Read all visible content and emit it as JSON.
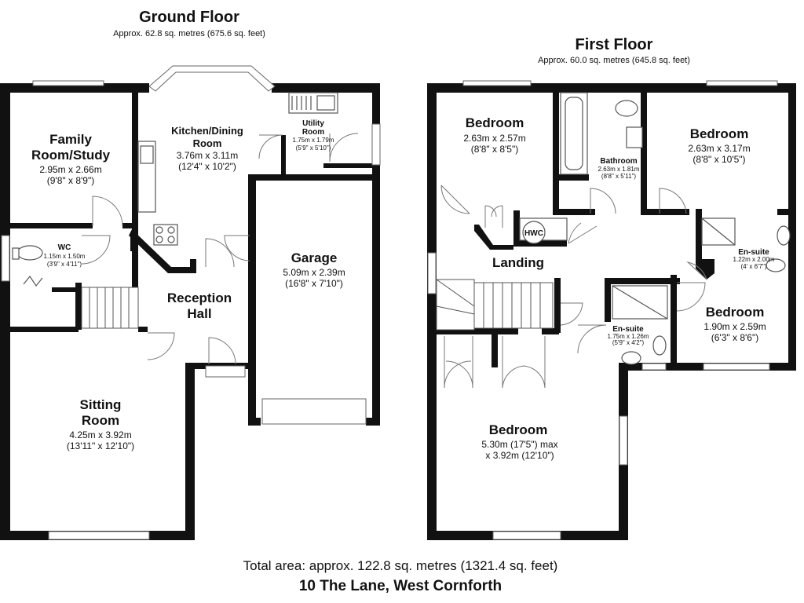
{
  "ground_floor": {
    "title": "Ground Floor",
    "area": "Approx. 62.8 sq. metres (675.6 sq. feet)",
    "rooms": {
      "family": {
        "name_line1": "Family",
        "name_line2": "Room/Study",
        "dims_m": "2.95m x 2.66m",
        "dims_ft": "(9'8\" x 8'9\")"
      },
      "kitchen": {
        "name_line1": "Kitchen/Dining",
        "name_line2": "Room",
        "dims_m": "3.76m x 3.11m",
        "dims_ft": "(12'4\" x 10'2\")"
      },
      "utility": {
        "name_line1": "Utility",
        "name_line2": "Room",
        "dims_m": "1.75m x 1.79m",
        "dims_ft": "(5'9\" x 5'10\")"
      },
      "wc": {
        "name": "WC",
        "dims_m": "1.15m x 1.50m",
        "dims_ft": "(3'9\" x 4'11\")"
      },
      "garage": {
        "name": "Garage",
        "dims_m": "5.09m x 2.39m",
        "dims_ft": "(16'8\" x 7'10\")"
      },
      "reception": {
        "name_line1": "Reception",
        "name_line2": "Hall"
      },
      "sitting": {
        "name_line1": "Sitting",
        "name_line2": "Room",
        "dims_m": "4.25m x 3.92m",
        "dims_ft": "(13'11\" x 12'10\")"
      }
    }
  },
  "first_floor": {
    "title": "First Floor",
    "area": "Approx. 60.0 sq. metres (645.8 sq. feet)",
    "rooms": {
      "bedroom_a": {
        "name": "Bedroom",
        "dims_m": "2.63m x 2.57m",
        "dims_ft": "(8'8\" x 8'5\")"
      },
      "bathroom": {
        "name": "Bathroom",
        "dims_m": "2.63m x 1.81m",
        "dims_ft": "(8'8\" x 5'11\")"
      },
      "bedroom_b": {
        "name": "Bedroom",
        "dims_m": "2.63m x 3.17m",
        "dims_ft": "(8'8\" x 10'5\")"
      },
      "hwc": {
        "name": "HWC"
      },
      "landing": {
        "name": "Landing"
      },
      "ensuite_b": {
        "name": "En-suite",
        "dims_m": "1.22m x 2.00m",
        "dims_ft": "(4' x 6'7\")"
      },
      "bedroom_c": {
        "name": "Bedroom",
        "dims_m": "1.90m x 2.59m",
        "dims_ft": "(6'3\" x 8'6\")"
      },
      "ensuite_m": {
        "name": "En-suite",
        "dims_m": "1.75m x 1.26m",
        "dims_ft": "(5'9\" x 4'2\")"
      },
      "bedroom_m": {
        "name": "Bedroom",
        "dims_line1": "5.30m (17'5\") max",
        "dims_line2": "x 3.92m (12'10\")"
      }
    }
  },
  "footer": {
    "total_area": "Total area: approx. 122.8 sq. metres (1321.4 sq. feet)",
    "address": "10 The Lane, West Cornforth"
  }
}
